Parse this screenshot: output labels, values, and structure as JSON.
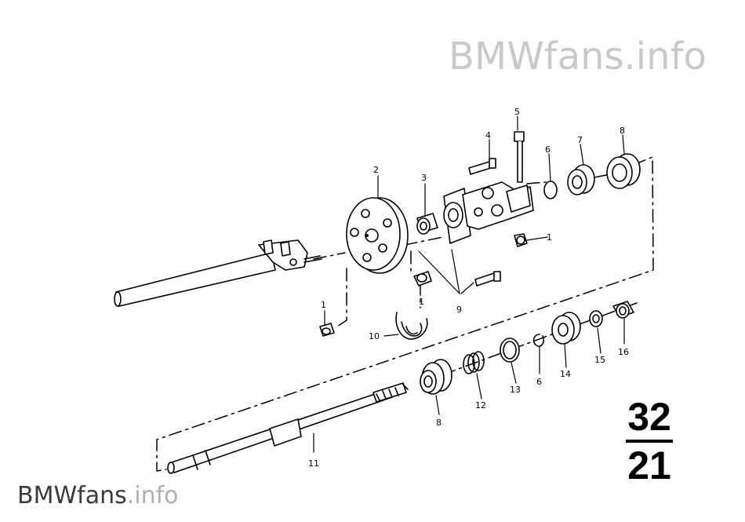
{
  "watermark": {
    "top_text": "BMWfans.info",
    "bottom_brand": "BMWfans",
    "bottom_suffix": ".info"
  },
  "section": {
    "group": "32",
    "subgroup": "21"
  },
  "callouts": [
    "1",
    "2",
    "3",
    "4",
    "5",
    "6",
    "7",
    "8",
    "9",
    "1",
    "10",
    "1",
    "11",
    "8",
    "12",
    "13",
    "6",
    "14",
    "15",
    "16"
  ]
}
